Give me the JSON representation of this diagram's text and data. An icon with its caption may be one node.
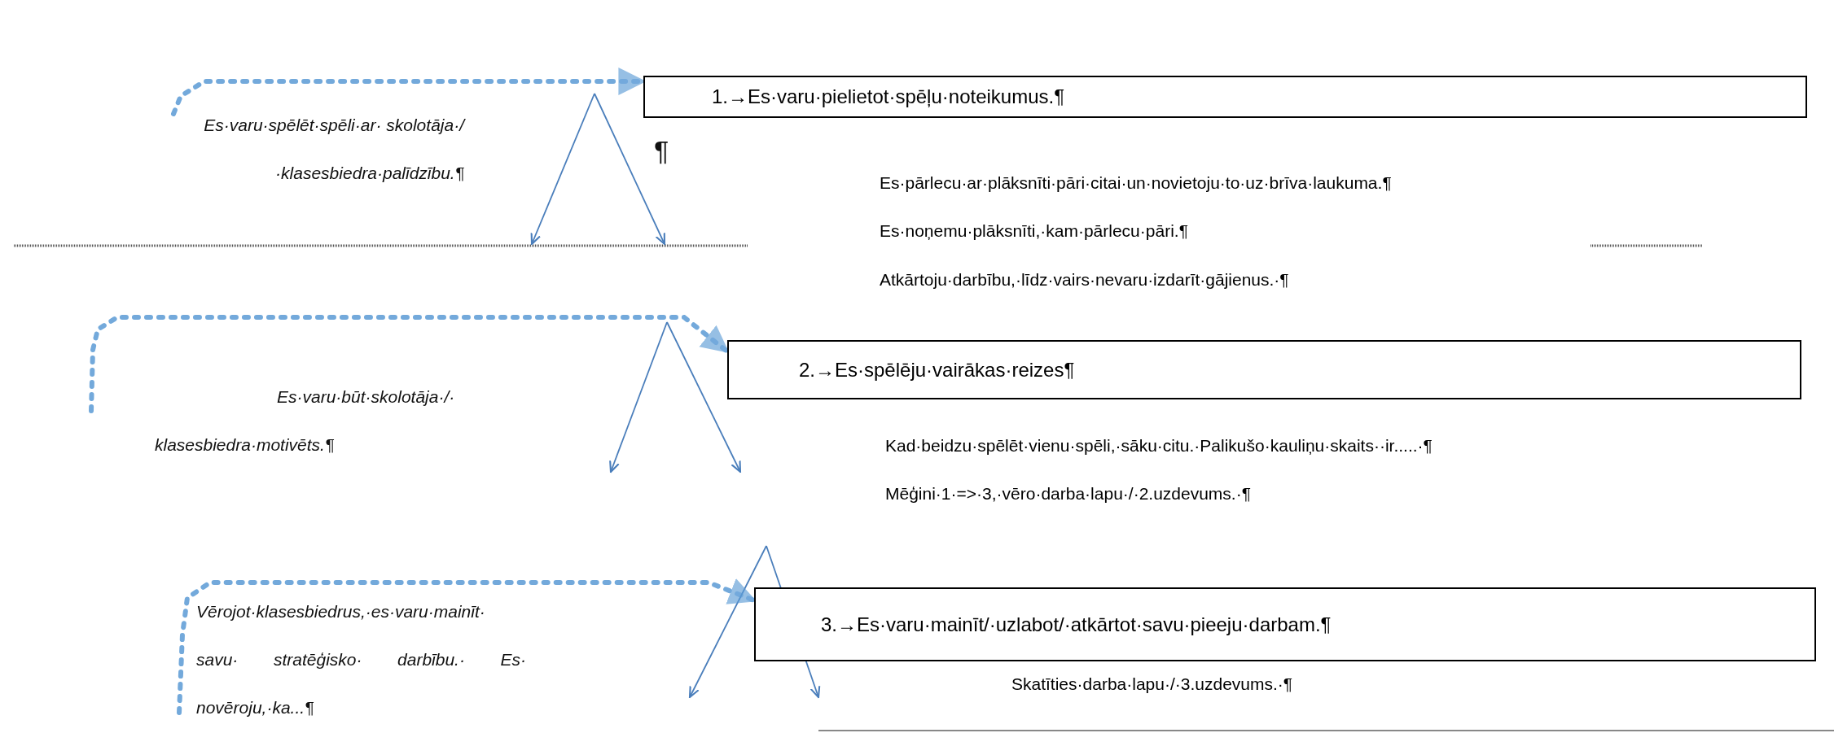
{
  "diagram": {
    "nodes": [
      {
        "text": [
          "1.→Es·varu·pielietot·spēļu·noteikumus.¶"
        ],
        "beside": [
          "Es·pārlecu·ar·plāksnīti·pāri·citai·un·novietoju·to·uz·brīva·laukuma.¶",
          "Es·noņemu·plāksnīti,·kam·pārlecu·pāri.¶",
          "Atkārtoju·darbību,·līdz·vairs·nevaru·izdarīt·gājienus.·¶"
        ]
      },
      {
        "text": [
          "2.→Es·spēlēju·vairākas·reizes¶"
        ],
        "beside": [
          "Kad·beidzu·spēlēt·vienu·spēli,·sāku·citu.·Palikušo·kauliņu·skaits··ir.....·¶",
          "Mēģini·1·=>·3,·vēro·darba·lapu·/·2.uzdevums.·¶"
        ]
      },
      {
        "text": [
          "3.→Es·varu·mainīt/·uzlabot/·atkārtot·savu·pieeju·darbam.¶"
        ],
        "beside": [
          "Skatīties·darba·lapu·/·3.uzdevums.·¶"
        ]
      }
    ],
    "edges": [
      {
        "from": null,
        "to": 0,
        "arrow": "to",
        "style": "dashed",
        "color": "#5b9bd5"
      },
      {
        "from": null,
        "to": 1,
        "arrow": "to",
        "style": "dashed",
        "color": "#5b9bd5"
      },
      {
        "from": null,
        "to": 2,
        "arrow": "to",
        "style": "dashed",
        "color": "#5b9bd5"
      }
    ],
    "labels": [
      "Es·varu·spēlēt·spēli·ar· skolotāja·/·klasesbiedra·palīdzību.¶",
      "¶",
      "Es·varu·būt·skolotāja·/· klasesbiedra·motivēts.¶",
      "Vērojot·klasesbiedrus,·es·varu·mainīt· savu· stratēģisko· darbību.· Es· novēroju,·ka...¶"
    ]
  }
}
